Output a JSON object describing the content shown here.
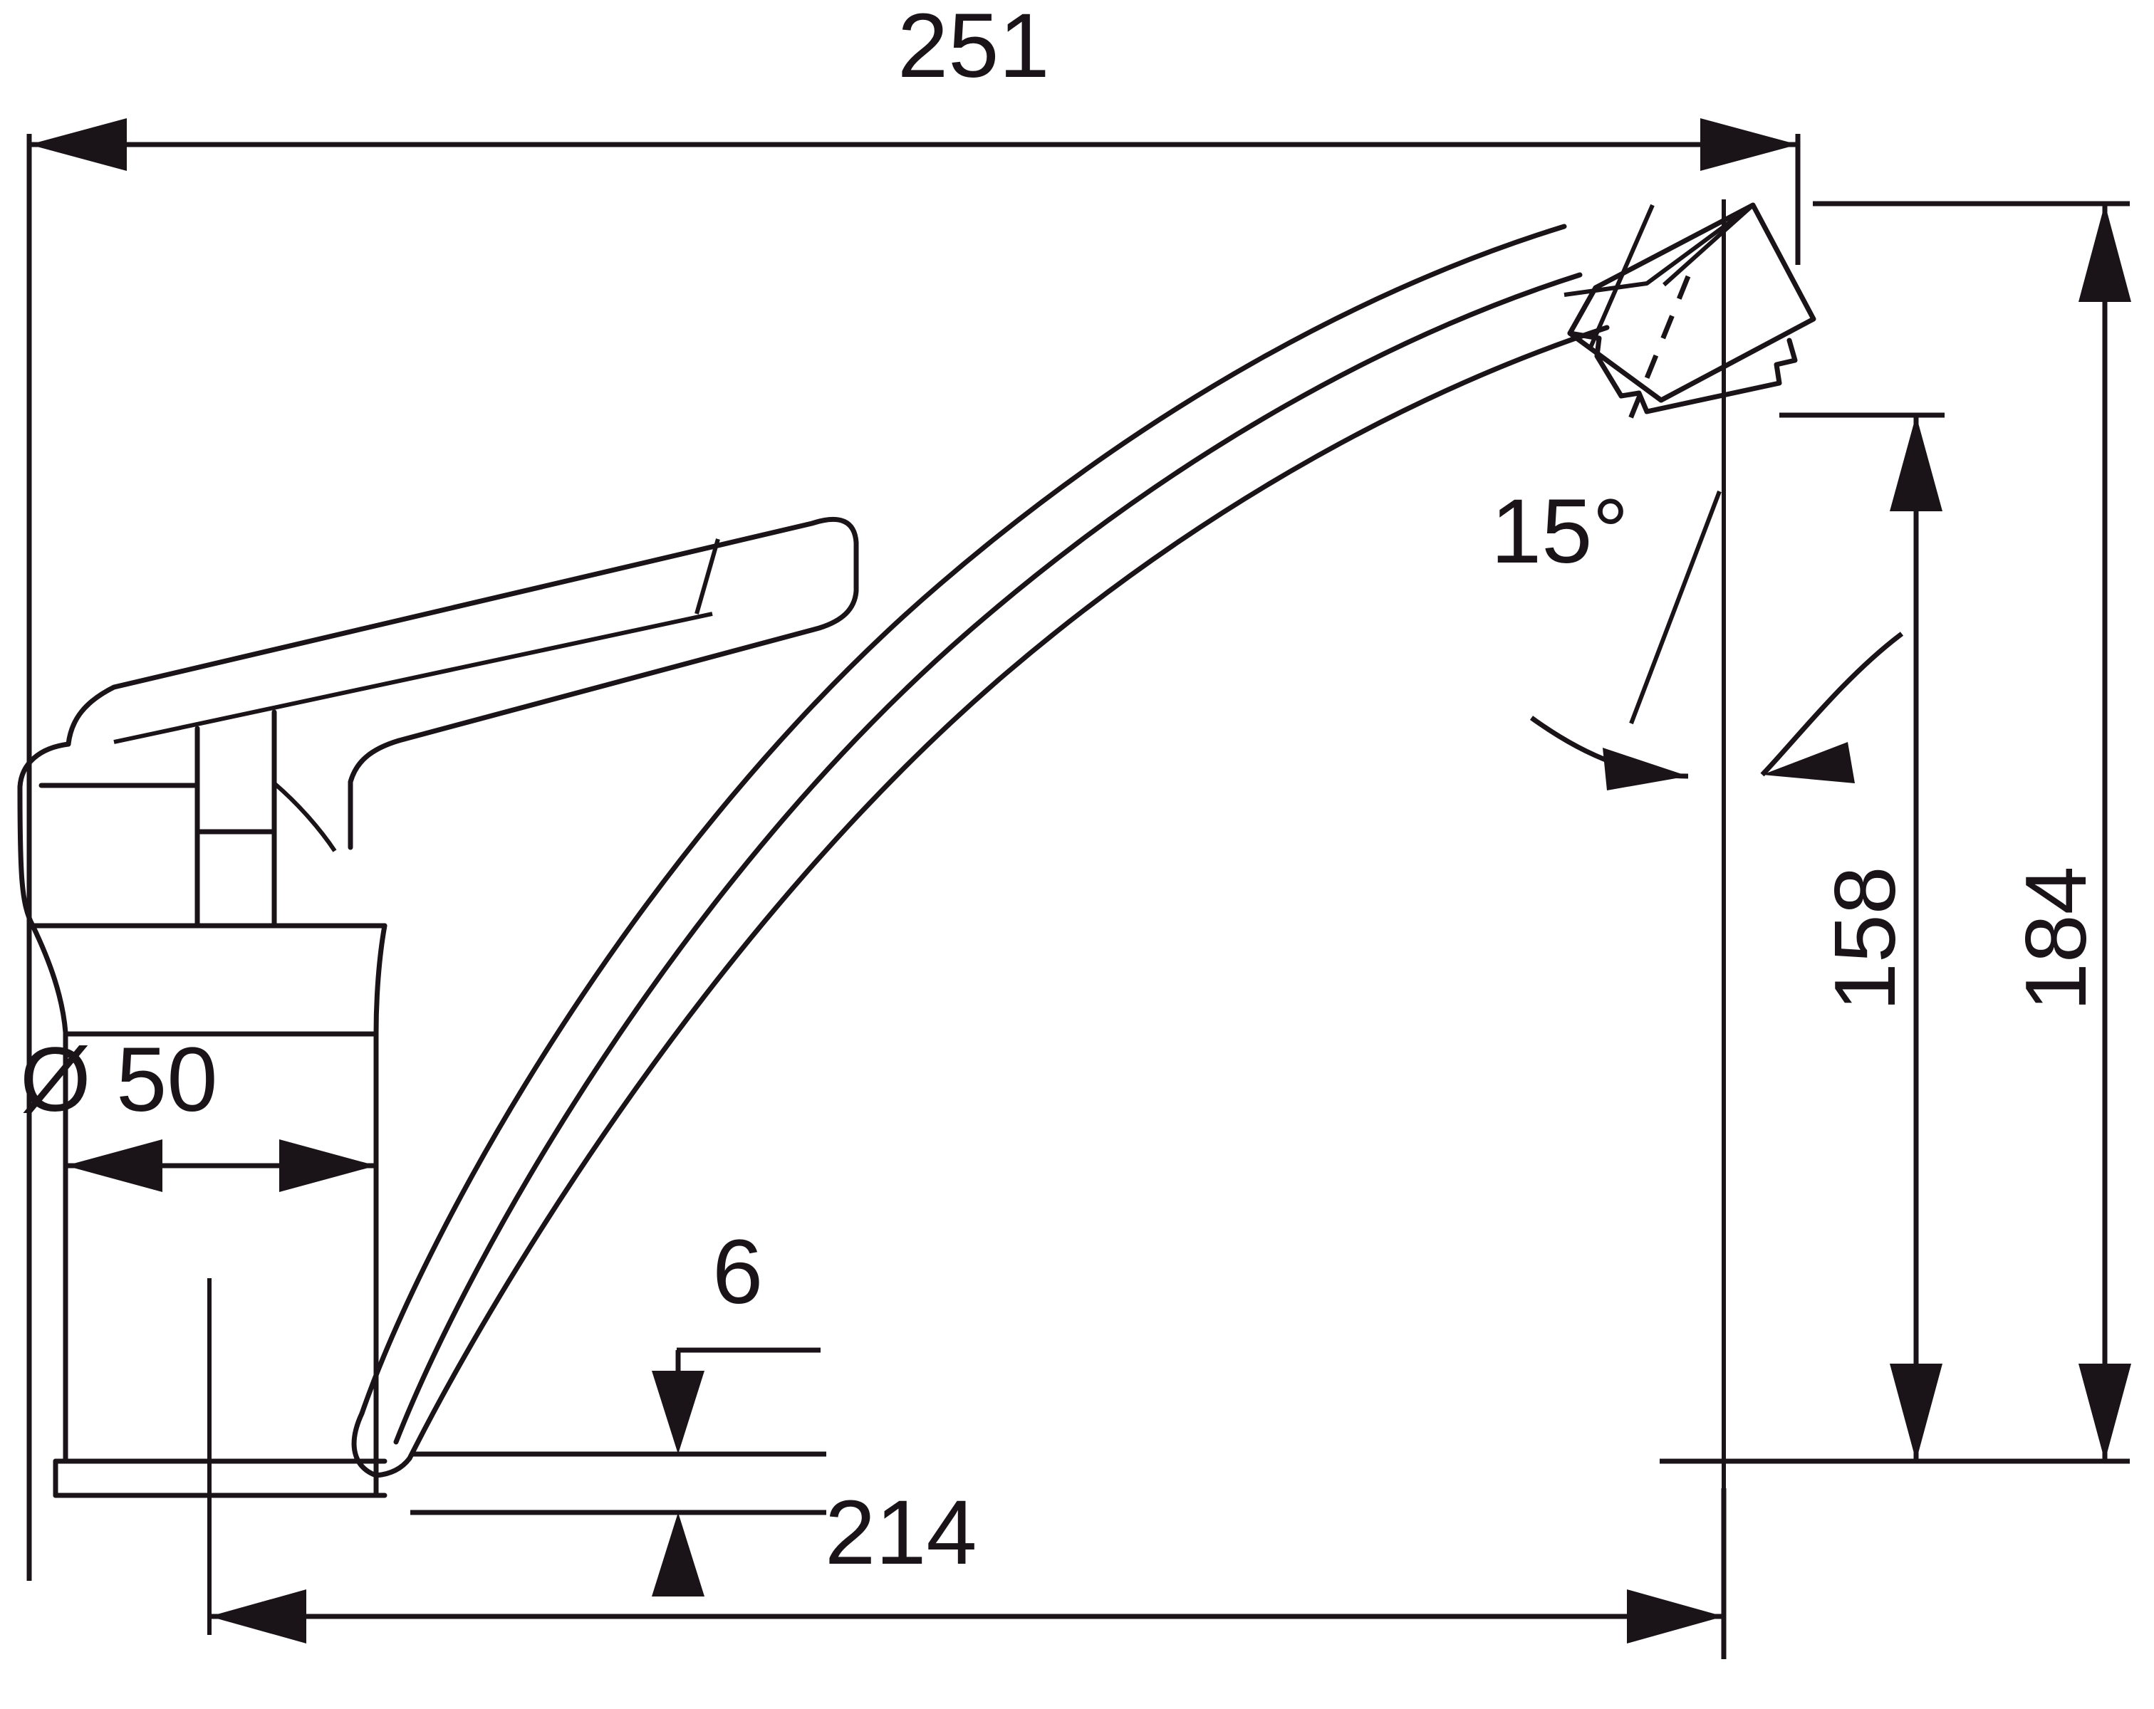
{
  "drawing": {
    "title": "Kitchen mixer tap dimensioned side elevation",
    "subject": "single-lever kitchen faucet",
    "units": "mm",
    "line_color": "#1a1419",
    "background_color": "#ffffff"
  },
  "dimensions": {
    "overall_reach": {
      "label": "251",
      "name": "overall-reach",
      "orientation": "horizontal",
      "position": "top",
      "arrows": "both-ends-outward"
    },
    "spout_projection": {
      "label": "214",
      "name": "spout-projection",
      "orientation": "horizontal",
      "position": "bottom",
      "arrows": "both-ends-inward"
    },
    "base_diameter": {
      "label": "Ø 50",
      "symbol": "Ø",
      "value": "50",
      "name": "base-diameter",
      "orientation": "horizontal",
      "position": "on-base",
      "arrows": "both-ends-inward"
    },
    "spout_outlet_height": {
      "label": "158",
      "name": "spout-outlet-height",
      "orientation": "vertical",
      "position": "right-inner",
      "rotated": true
    },
    "overall_height": {
      "label": "184",
      "name": "overall-height",
      "orientation": "vertical",
      "position": "right-outer",
      "rotated": true
    },
    "outlet_offset": {
      "label": "6",
      "name": "outlet-offset",
      "orientation": "vertical",
      "position": "lower-centre",
      "arrows": "external-inward"
    },
    "outlet_angle": {
      "label": "15°",
      "value": "15",
      "unit": "°",
      "name": "outlet-angle",
      "orientation": "angular",
      "position": "spout-tip"
    }
  }
}
